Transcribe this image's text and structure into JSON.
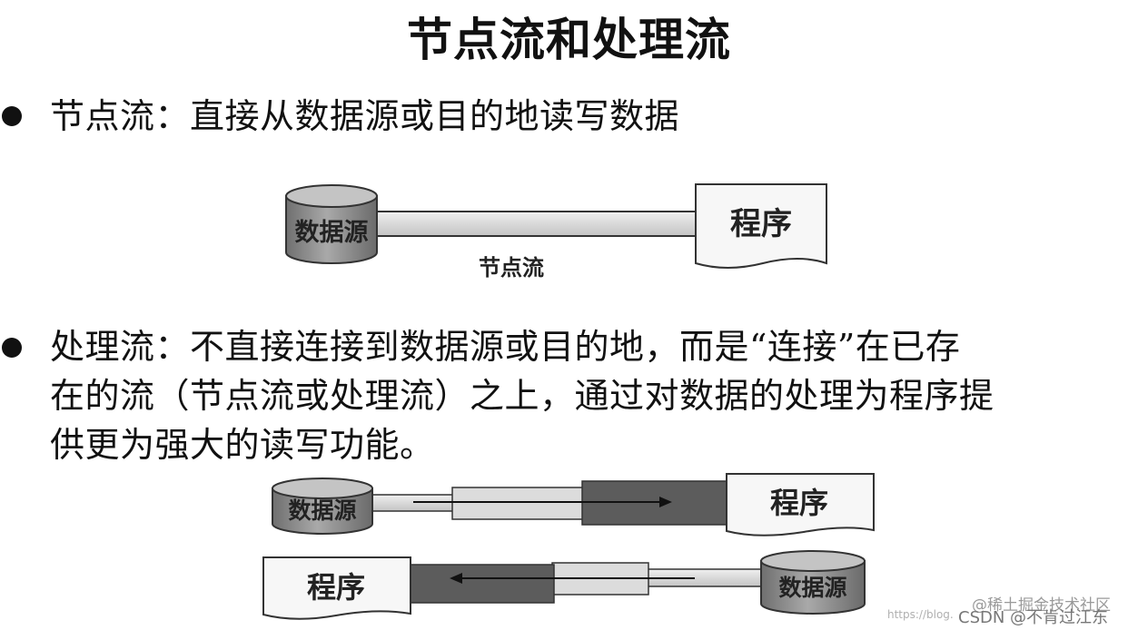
{
  "title": "节点流和处理流",
  "bullets": [
    {
      "lines": [
        "节点流：直接从数据源或目的地读写数据"
      ]
    },
    {
      "lines": [
        "处理流：不直接连接到数据源或目的地，而是“连接”在已存",
        "在的流（节点流或处理流）之上，通过对数据的处理为程序提",
        "供更为强大的读写功能。"
      ]
    }
  ],
  "diagram1": {
    "source": "数据源",
    "program": "程序",
    "pipe_label": "节点流"
  },
  "diagram2": {
    "row1": {
      "source": "数据源",
      "program": "程序"
    },
    "row2": {
      "program": "程序",
      "source": "数据源"
    }
  },
  "watermark": {
    "juejin": "@稀土掘金技术社区",
    "url": "https://blog.",
    "csdn": "CSDN @不肯过江东"
  }
}
